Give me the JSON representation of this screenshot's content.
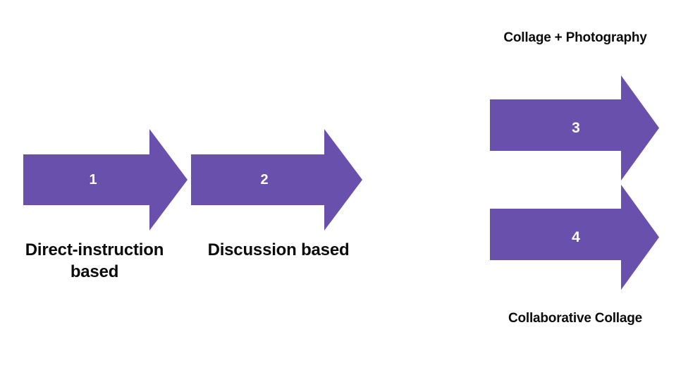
{
  "diagram": {
    "title": "Instructional approach progression arrows",
    "background_color": "#ffffff",
    "arrow_color": "#6950AC",
    "number_color": "#ffffff",
    "label_color": "#0b0b0b",
    "flows": [
      {
        "name": "left-flow",
        "arrows": [
          {
            "number": "1",
            "label": "Direct-instruction based",
            "label_position": "below",
            "icon": "right-arrow-icon"
          },
          {
            "number": "2",
            "label": "Discussion based",
            "label_position": "below",
            "icon": "right-arrow-icon"
          }
        ]
      },
      {
        "name": "right-flow",
        "arrows": [
          {
            "number": "3",
            "label": "Collage + Photography",
            "label_position": "above",
            "icon": "right-arrow-icon"
          },
          {
            "number": "4",
            "label": "Collaborative Collage",
            "label_position": "below",
            "icon": "right-arrow-icon"
          }
        ]
      }
    ]
  }
}
